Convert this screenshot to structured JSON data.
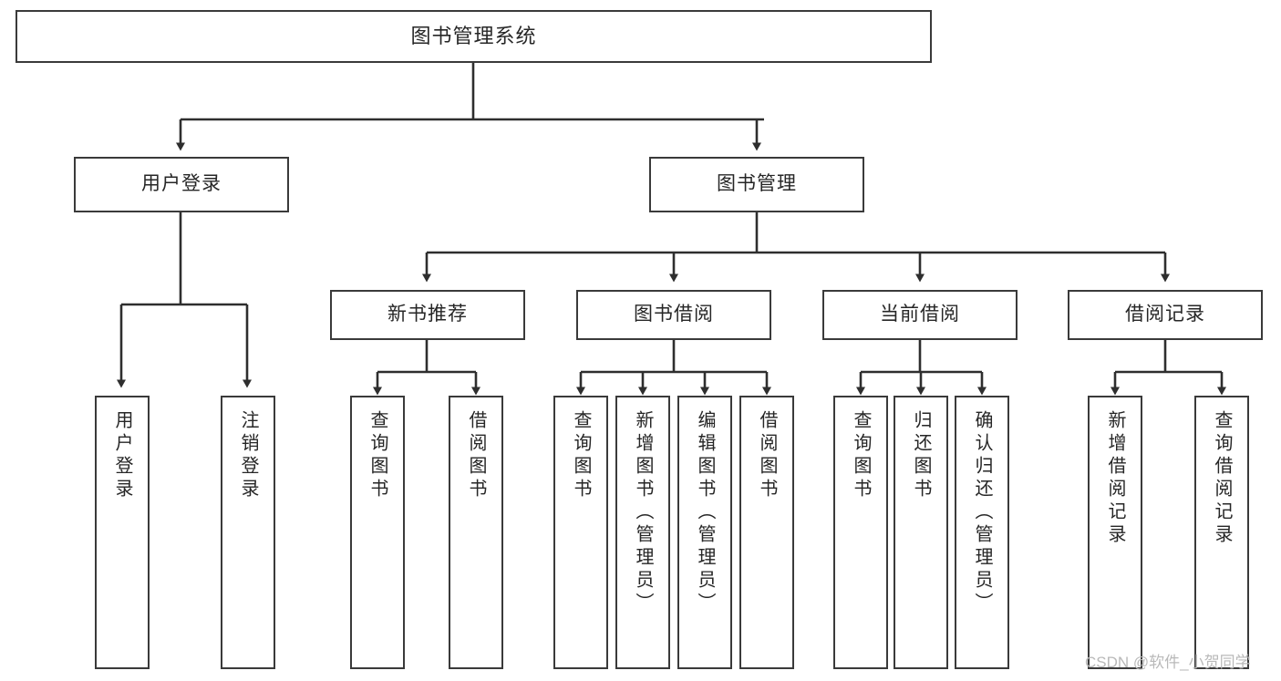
{
  "diagram": {
    "type": "tree",
    "title": "图书管理系统",
    "root": {
      "id": "root",
      "label": "图书管理系统"
    },
    "level2": [
      {
        "id": "user-login",
        "label": "用户登录"
      },
      {
        "id": "book-manage",
        "label": "图书管理"
      }
    ],
    "level3": [
      {
        "id": "new-book-rec",
        "label": "新书推荐"
      },
      {
        "id": "book-borrow",
        "label": "图书借阅"
      },
      {
        "id": "current-borrow",
        "label": "当前借阅"
      },
      {
        "id": "borrow-record",
        "label": "借阅记录"
      }
    ],
    "leaves": [
      {
        "id": "leaf-user-login",
        "label": "用户登录"
      },
      {
        "id": "leaf-logout",
        "label": "注销登录"
      },
      {
        "id": "leaf-query-book-1",
        "label": "查询图书"
      },
      {
        "id": "leaf-borrow-book-1",
        "label": "借阅图书"
      },
      {
        "id": "leaf-query-book-2",
        "label": "查询图书"
      },
      {
        "id": "leaf-add-book",
        "label": "新增图书（管理员）"
      },
      {
        "id": "leaf-edit-book",
        "label": "编辑图书（管理员）"
      },
      {
        "id": "leaf-borrow-book-2",
        "label": "借阅图书"
      },
      {
        "id": "leaf-query-book-3",
        "label": "查询图书"
      },
      {
        "id": "leaf-return-book",
        "label": "归还图书"
      },
      {
        "id": "leaf-confirm-return",
        "label": "确认归还（管理员）"
      },
      {
        "id": "leaf-add-record",
        "label": "新增借阅记录"
      },
      {
        "id": "leaf-query-record",
        "label": "查询借阅记录"
      }
    ]
  },
  "watermark": {
    "text": "CSDN @软件_小贺同学"
  },
  "colors": {
    "border": "#3a3a3a",
    "text": "#262626",
    "background": "#ffffff",
    "watermark": "#b9b9b9"
  }
}
